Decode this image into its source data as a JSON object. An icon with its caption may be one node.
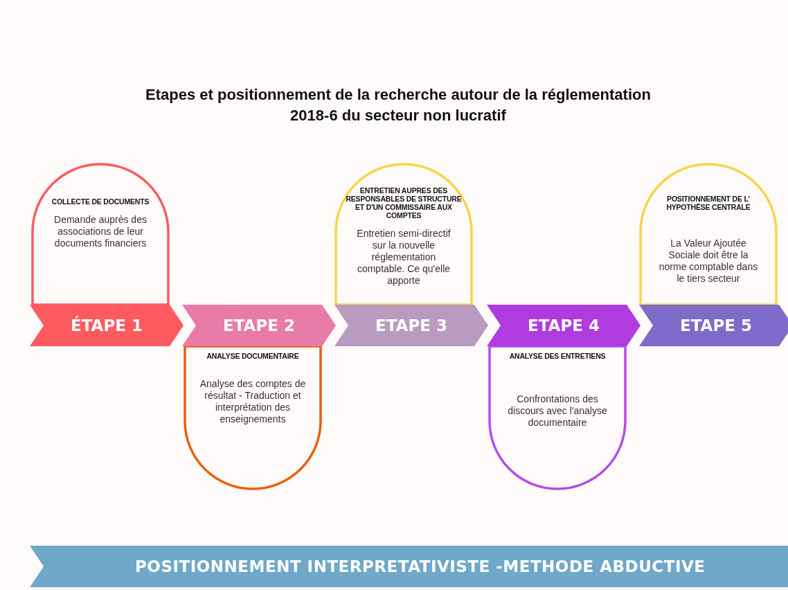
{
  "diagram": {
    "title": "Etapes et positionnement de la recherche autour de la réglementation 2018-6 du secteur non lucratif",
    "nodes": [
      {
        "text": [
          "COLLECTE DE DOCUMENTS",
          "Demande auprès des associations de leur documents financiers"
        ]
      },
      {
        "text": [
          "ENTRETIEN AUPRES DES RESPONSABLES DE STRUCTURE ET D'UN COMMISSAIRE AUX COMPTES",
          "Entretien semi-directif sur la nouvelle réglementation comptable. Ce qu'elle apporte"
        ]
      },
      {
        "text": [
          "POSITIONNEMENT DE L' HYPOTHÈSE CENTRALE",
          "La Valeur Ajoutée Sociale doit être la norme comptable dans le tiers secteur"
        ]
      },
      {
        "text": [
          "ÉTAPE 1"
        ]
      },
      {
        "text": [
          "ETAPE 2"
        ]
      },
      {
        "text": [
          "ETAPE 3"
        ]
      },
      {
        "text": [
          "ETAPE 4"
        ]
      },
      {
        "text": [
          "ETAPE 5"
        ]
      },
      {
        "text": [
          "ANALYSE DOCUMENTAIRE",
          "Analyse des comptes de résultat - Traduction et interprétation des enseignements"
        ]
      },
      {
        "text": [
          "ANALYSE DES ENTRETIENS",
          "Confrontations des discours avec l'analyse documentaire"
        ]
      },
      {
        "text": [
          "POSITIONNEMENT INTERPRETATIVISTE -METHODE ABDUCTIVE"
        ]
      }
    ]
  }
}
